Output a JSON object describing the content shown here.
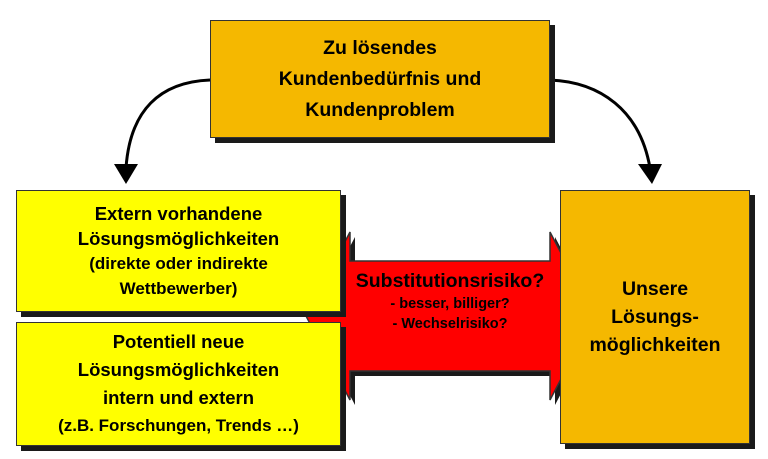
{
  "top_box": {
    "lines": [
      "Zu lösendes",
      "Kundenbedürfnis und",
      "Kundenproblem"
    ],
    "color": "#f5b800"
  },
  "external_box": {
    "lines": [
      "Extern vorhandene",
      "Lösungsmöglichkeiten",
      "(direkte oder indirekte",
      "Wettbewerber)"
    ],
    "color": "#ffff00"
  },
  "potential_box": {
    "lines": [
      "Potentiell neue",
      "Lösungsmöglichkeiten",
      "intern und extern",
      "(z.B. Forschungen, Trends …)"
    ],
    "color": "#ffff00"
  },
  "own_box": {
    "lines": [
      "Unsere",
      "Lösungs-",
      "möglichkeiten"
    ],
    "color": "#f5b800"
  },
  "substitution": {
    "title": "Substitutionsrisiko?",
    "items": [
      "-  besser, billiger?",
      "-  Wechselrisiko?"
    ],
    "color": "#ff0000"
  }
}
